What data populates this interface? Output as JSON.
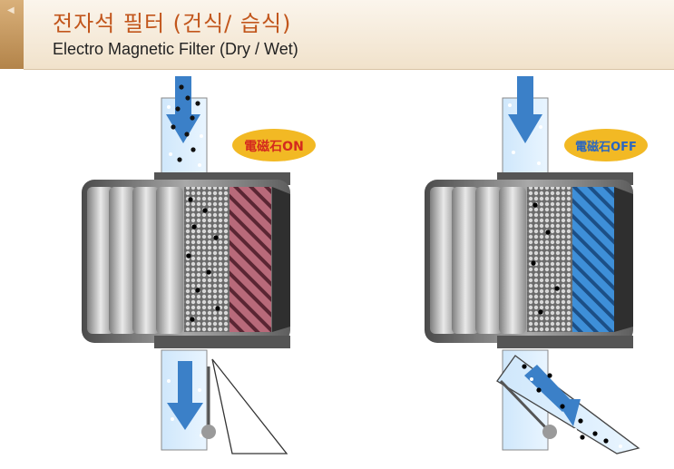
{
  "header": {
    "title_korean": "전자석 필터 (건식/ 습식)",
    "title_english": "Electro Magnetic Filter (Dry / Wet)"
  },
  "panels": [
    {
      "badge_label": "電磁石ON",
      "magnet_on": true,
      "filter_color": "#b86a7a"
    },
    {
      "badge_label": "電磁石OFF",
      "magnet_on": false,
      "filter_color": "#3e8fd8"
    }
  ]
}
